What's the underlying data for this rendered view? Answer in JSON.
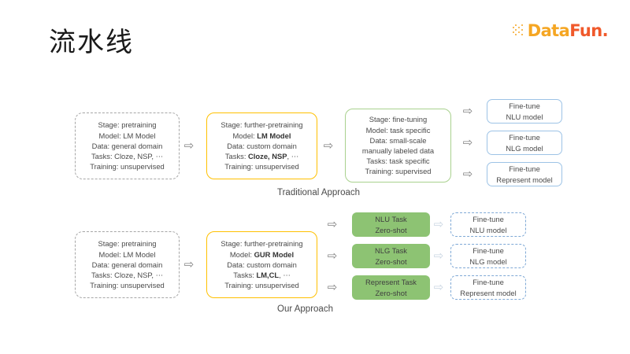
{
  "slide": {
    "title": "流水线",
    "background_color": "#ffffff"
  },
  "logo": {
    "name": "datafun-logo",
    "text_data": "DataFun",
    "text_part1": "Data",
    "text_part2": "Fun",
    "text_dot": ".",
    "color_primary": "#f5a623",
    "color_secondary": "#f0592b"
  },
  "colors": {
    "dashed_gray": "#a6a6a6",
    "yellow": "#ffc000",
    "green_outline": "#a9d18e",
    "green_fill": "#8dc373",
    "blue_outline": "#9dc3e6",
    "blue_dashed": "#7fa9d6",
    "text": "#4a4a4a"
  },
  "arrow_glyph": "⇨",
  "traditional": {
    "caption": "Traditional Approach",
    "stage1": {
      "lines": [
        "Stage: pretraining",
        "Model: LM Model",
        "Data: general domain",
        "Tasks: Cloze, NSP, ⋯",
        "Training: unsupervised"
      ]
    },
    "stage2": {
      "line1": "Stage: further-pretraining",
      "line2_prefix": "Model: ",
      "line2_bold": "LM Model",
      "line3": "Data: custom domain",
      "line4_prefix": "Tasks: ",
      "line4_bold": "Cloze, NSP",
      "line4_suffix": ", ⋯",
      "line5": "Training: unsupervised"
    },
    "stage3": {
      "lines": [
        "Stage: fine-tuning",
        "Model: task specific",
        "Data: small-scale",
        "manually labeled data",
        "Tasks: task specific",
        "Training: supervised"
      ]
    },
    "outputs": [
      {
        "line1": "Fine-tune",
        "line2": "NLU model"
      },
      {
        "line1": "Fine-tune",
        "line2": "NLG model"
      },
      {
        "line1": "Fine-tune",
        "line2": "Represent model"
      }
    ]
  },
  "ours": {
    "caption": "Our Approach",
    "stage1": {
      "lines": [
        "Stage: pretraining",
        "Model: LM Model",
        "Data: general domain",
        "Tasks: Cloze, NSP, ⋯",
        "Training: unsupervised"
      ]
    },
    "stage2": {
      "line1": "Stage: further-pretraining",
      "line2_prefix": "Model: ",
      "line2_bold": "GUR Model",
      "line3": "Data: custom domain",
      "line4_prefix": "Tasks: ",
      "line4_bold": "LM,CL",
      "line4_suffix": ", ⋯",
      "line5": "Training: unsupervised"
    },
    "tasks": [
      {
        "line1": "NLU Task",
        "line2": "Zero-shot"
      },
      {
        "line1": "NLG Task",
        "line2": "Zero-shot"
      },
      {
        "line1": "Represent Task",
        "line2": "Zero-shot"
      }
    ],
    "outputs": [
      {
        "line1": "Fine-tune",
        "line2": "NLU model"
      },
      {
        "line1": "Fine-tune",
        "line2": "NLG model"
      },
      {
        "line1": "Fine-tune",
        "line2": "Represent model"
      }
    ]
  }
}
